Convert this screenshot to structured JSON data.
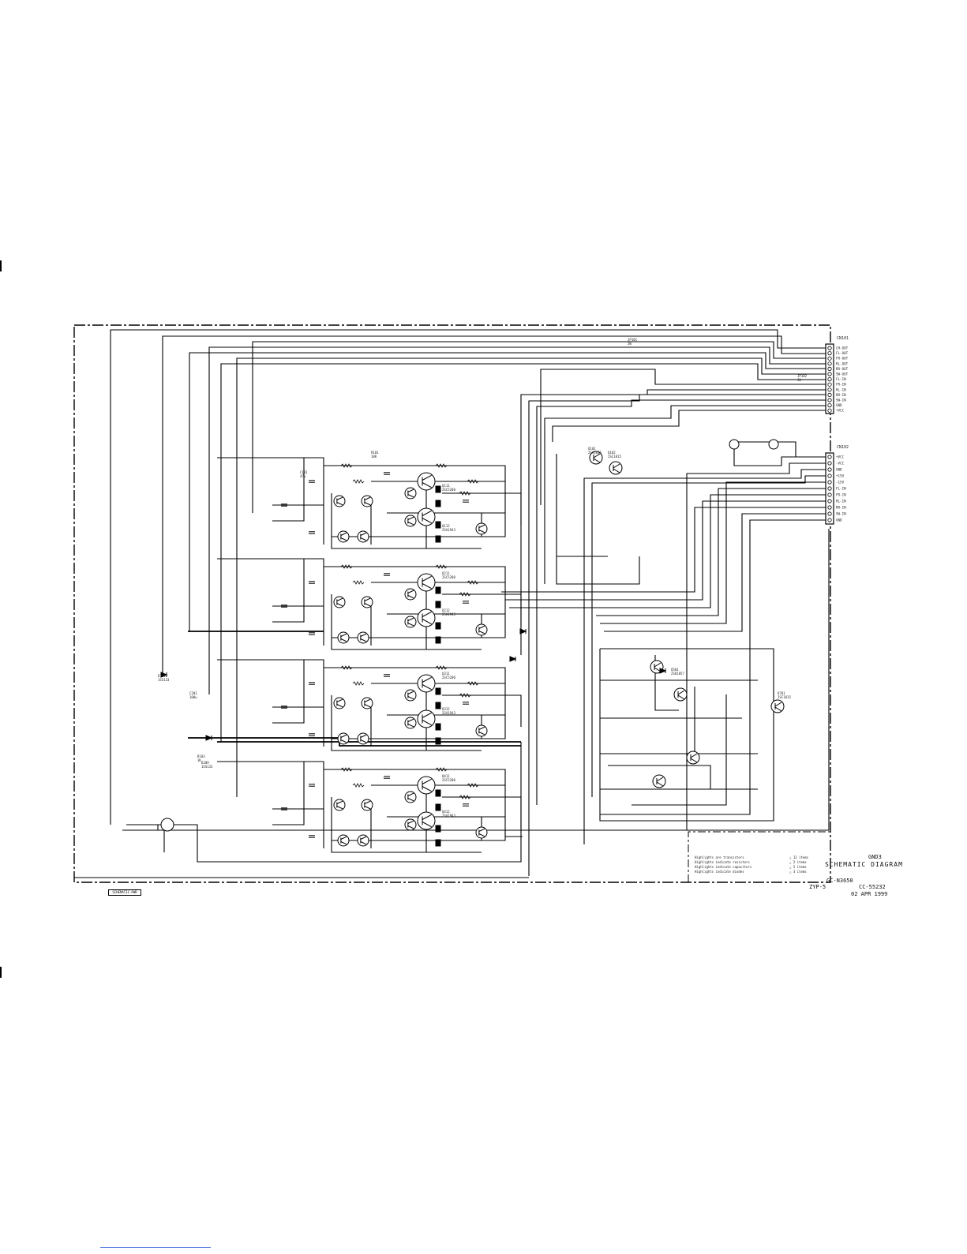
{
  "title_block": {
    "drawing_title": "SCHEMATIC DIAGRAM",
    "model": "GC-N3650",
    "code": "ZYP-5",
    "drawing_no": "CC-55232",
    "date": "02 APR 1999",
    "corner_code": "GND3"
  },
  "legend": {
    "rows": [
      {
        "note": "Highlights are transistors",
        "mark": "△ 12 items"
      },
      {
        "note": "Highlights indicate resistors",
        "mark": "△ 2 items"
      },
      {
        "note": "Highlights indicate capacitors",
        "mark": "△ 5 items"
      },
      {
        "note": "Highlights indicate diodes",
        "mark": "△ 3 items"
      }
    ]
  },
  "reference_box": "SCHEMATIC-PWR",
  "connectors": {
    "cn1": {
      "label": "CN101",
      "pins": [
        "CH-OUT",
        "FL-OUT",
        "FR-OUT",
        "RL-OUT",
        "RR-OUT",
        "SW-OUT",
        "FL-IN",
        "FR-IN",
        "RL-IN",
        "RR-IN",
        "SW-IN",
        "GND",
        "+VCC"
      ]
    },
    "cn2": {
      "label": "CN102",
      "pins": [
        "+VCC",
        "-VCC",
        "GND",
        "+15V",
        "-15V",
        "FL-IN",
        "FR-IN",
        "RL-IN",
        "RR-IN",
        "SW-IN",
        "GND"
      ]
    }
  },
  "components": [
    {
      "ref": "R101",
      "value": "10K"
    },
    {
      "ref": "R103",
      "value": "1K"
    },
    {
      "ref": "Q101",
      "value": "2SA1015"
    },
    {
      "ref": "Q102",
      "value": "2SC1815"
    },
    {
      "ref": "Q111",
      "value": "2SC5200"
    },
    {
      "ref": "Q112",
      "value": "2SA1943"
    },
    {
      "ref": "Q211",
      "value": "2SC5200"
    },
    {
      "ref": "Q212",
      "value": "2SA1943"
    },
    {
      "ref": "Q311",
      "value": "2SC5200"
    },
    {
      "ref": "Q312",
      "value": "2SA1943"
    },
    {
      "ref": "Q411",
      "value": "2SC5200"
    },
    {
      "ref": "Q412",
      "value": "2SA1943"
    },
    {
      "ref": "D101",
      "value": "1SS133"
    },
    {
      "ref": "D209",
      "value": "1SS133"
    },
    {
      "ref": "C101",
      "value": "47u"
    },
    {
      "ref": "C201",
      "value": "100u"
    },
    {
      "ref": "Q501",
      "value": "2SD1857"
    },
    {
      "ref": "Q701",
      "value": "2SC1815"
    },
    {
      "ref": "JP101",
      "value": "JW"
    },
    {
      "ref": "JP102",
      "value": "JW"
    }
  ]
}
